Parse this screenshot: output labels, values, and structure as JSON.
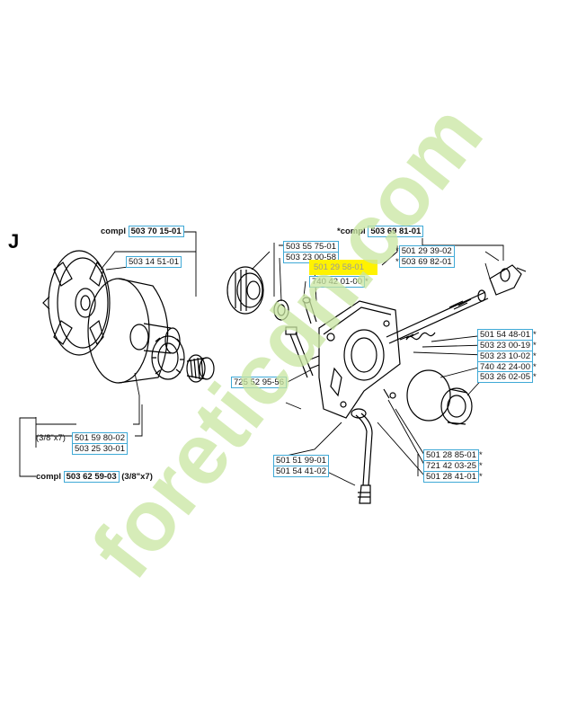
{
  "section_letter": "J",
  "watermark_text": "foreticdn.com",
  "colors": {
    "label_border": "#3fa9d6",
    "highlight": "#fff200",
    "watermark_green": "#c8e6a0",
    "watermark_tan": "#e8dcc8",
    "watermark_orange": "#f6c79a"
  },
  "labels": {
    "clutch_compl_prefix": "compl",
    "clutch_compl": "503 70 15-01",
    "clutch_part_1": "503 14 51-01",
    "drum_size_1": "(3/8\"x7)",
    "drum_part_1": "501 59 80-02",
    "drum_part_2": "503 25 30-01",
    "bottom_compl_prefix": "compl",
    "bottom_compl": "503 62 59-03",
    "bottom_compl_suffix": "(3/8\"x7)",
    "pump_compl_prefix": "*compl",
    "pump_compl": "503 69 81-01",
    "left_1": "503 55 75-01",
    "left_2": "503 23 00-58",
    "left_3_highlight": "501 29 58-01",
    "left_4": "740 42 01-00",
    "left_4_star": "*",
    "right_1": "501 29 39-02",
    "right_1_star": "*",
    "right_2": "503 69 82-01",
    "right_2_star": "*",
    "r_3": "501 54 48-01",
    "r_4": "503 23 00-19",
    "r_5": "503 23 10-02",
    "r_6": "740 42 24-00",
    "r_7": "503 26 02-05",
    "star": "*",
    "screw": "725 52 95-56",
    "hose_1": "501 51 99-01",
    "hose_2": "501 54 41-02",
    "b_1": "501 28 85-01",
    "b_2": "721 42 03-25",
    "b_3": "501 28 41-01"
  }
}
